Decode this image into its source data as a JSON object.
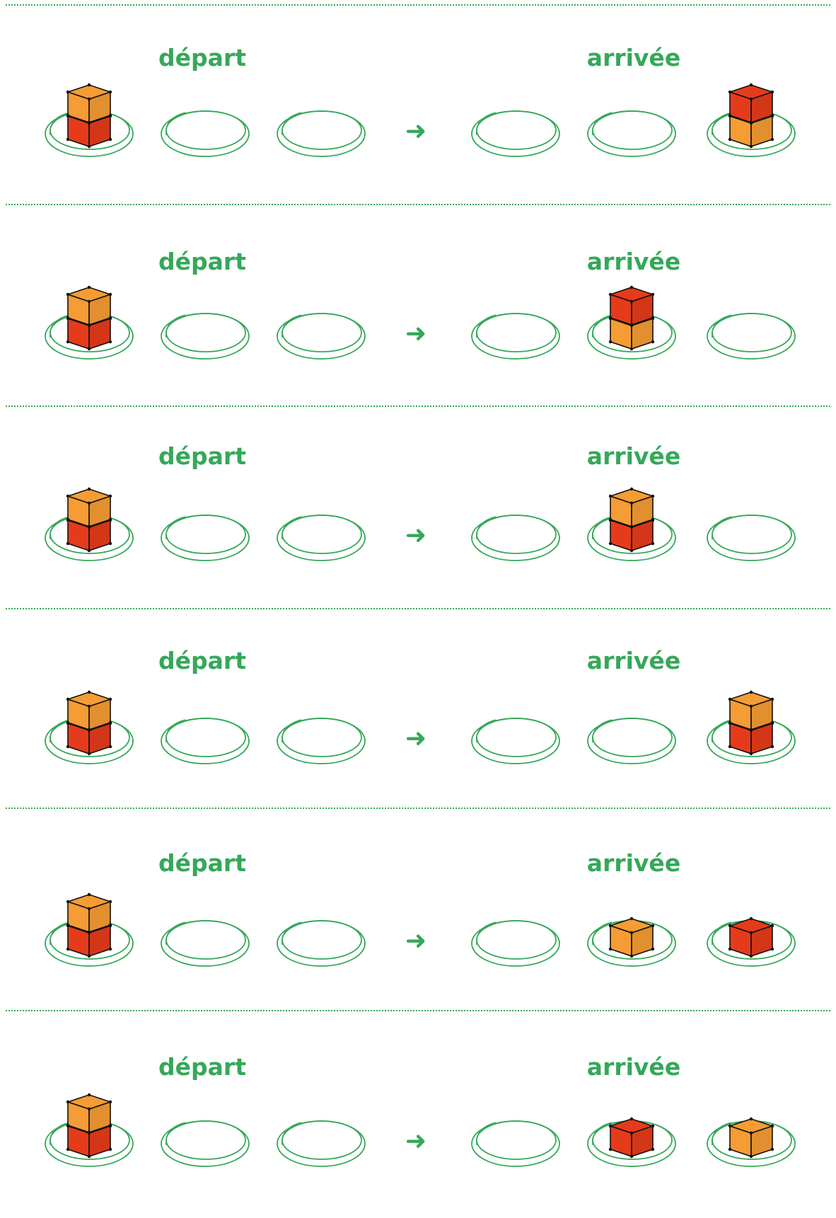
{
  "colors": {
    "accent": "#35a859",
    "orange": "#f59c34",
    "red": "#e63b1b",
    "outline": "#111111"
  },
  "rows": [
    {
      "start_label": "départ",
      "end_label": "arrivée",
      "arrow": "➜",
      "start": [
        [
          "red",
          "orange"
        ],
        [],
        []
      ],
      "end": [
        [],
        [],
        [
          "orange",
          "red"
        ]
      ]
    },
    {
      "start_label": "départ",
      "end_label": "arrivée",
      "arrow": "➜",
      "start": [
        [
          "red",
          "orange"
        ],
        [],
        []
      ],
      "end": [
        [],
        [
          "orange",
          "red"
        ],
        []
      ]
    },
    {
      "start_label": "départ",
      "end_label": "arrivée",
      "arrow": "➜",
      "start": [
        [
          "red",
          "orange"
        ],
        [],
        []
      ],
      "end": [
        [],
        [
          "red",
          "orange"
        ],
        []
      ]
    },
    {
      "start_label": "départ",
      "end_label": "arrivée",
      "arrow": "➜",
      "start": [
        [
          "red",
          "orange"
        ],
        [],
        []
      ],
      "end": [
        [],
        [],
        [
          "red",
          "orange"
        ]
      ]
    },
    {
      "start_label": "départ",
      "end_label": "arrivée",
      "arrow": "➜",
      "start": [
        [
          "red",
          "orange"
        ],
        [],
        []
      ],
      "end": [
        [],
        [
          "orange"
        ],
        [
          "red"
        ]
      ]
    },
    {
      "start_label": "départ",
      "end_label": "arrivée",
      "arrow": "➜",
      "start": [
        [
          "red",
          "orange"
        ],
        [],
        []
      ],
      "end": [
        [],
        [
          "red"
        ],
        [
          "orange"
        ]
      ]
    }
  ]
}
